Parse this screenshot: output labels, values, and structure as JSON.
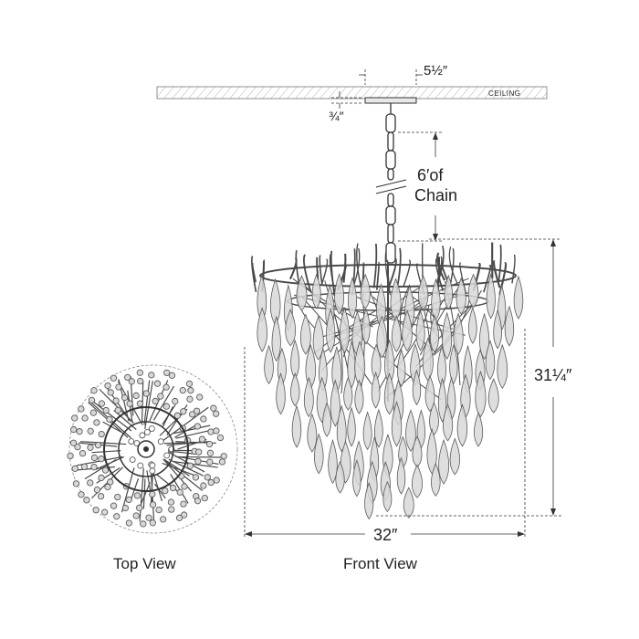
{
  "diagram": {
    "ceiling_label": "CEILING",
    "canopy_width": "5½″",
    "canopy_height": "¾″",
    "chain_line1": "6′of",
    "chain_line2": "Chain",
    "fixture_height": "31¼″",
    "fixture_width": "32″",
    "top_view_caption": "Top View",
    "front_view_caption": "Front View"
  },
  "colors": {
    "line": "#222222",
    "metal": "#4a4a4a",
    "crystal_fill": "#d8d8d8",
    "crystal_stroke": "#5a5a5a",
    "dashed": "#555555",
    "ceiling_hatch": "#9a9a9a"
  }
}
